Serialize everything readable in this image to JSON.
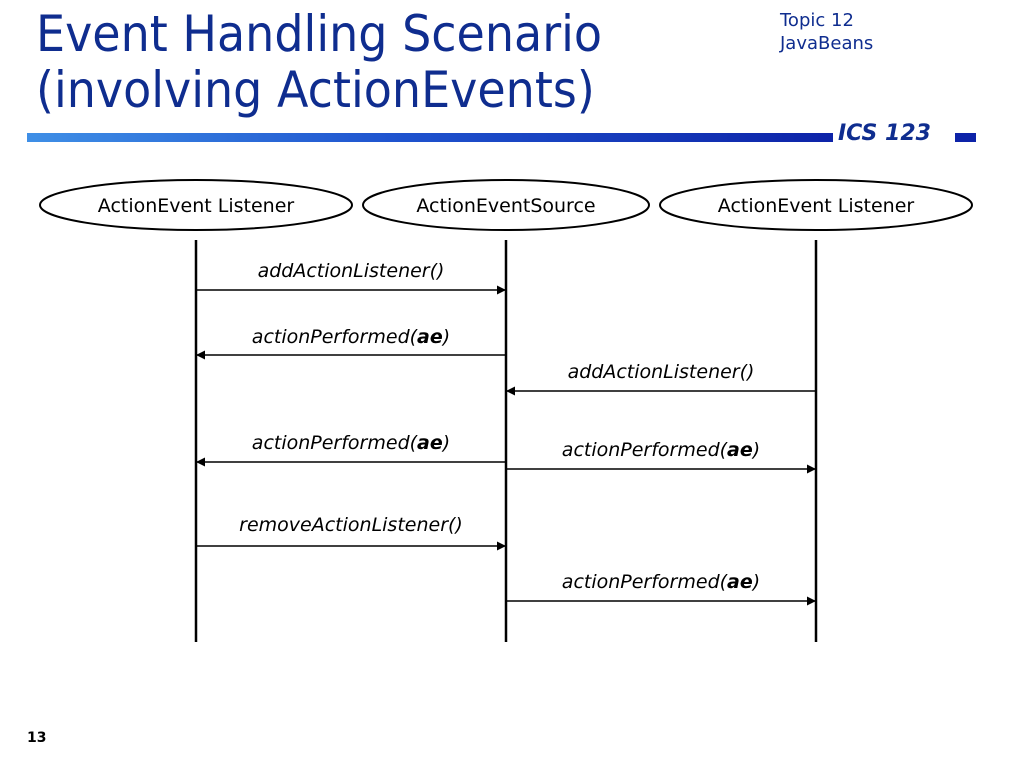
{
  "slide": {
    "title_line1": "Event Handling Scenario",
    "title_line2": "(involving ActionEvents)",
    "topic_line1": "Topic 12",
    "topic_line2": "JavaBeans",
    "course": "ICS 123",
    "page_number": "13"
  },
  "diagram": {
    "actors": [
      {
        "label": "ActionEvent Listener"
      },
      {
        "label": "ActionEventSource"
      },
      {
        "label": "ActionEvent Listener"
      }
    ],
    "messages": [
      {
        "from": 0,
        "to": 1,
        "label": "addActionListener()",
        "bold_arg": ""
      },
      {
        "from": 1,
        "to": 0,
        "label": "actionPerformed(",
        "bold_arg": "ae"
      },
      {
        "from": 2,
        "to": 1,
        "label": "addActionListener()",
        "bold_arg": ""
      },
      {
        "from": 1,
        "to": 0,
        "label": "actionPerformed(",
        "bold_arg": "ae"
      },
      {
        "from": 1,
        "to": 2,
        "label": "actionPerformed(",
        "bold_arg": "ae"
      },
      {
        "from": 0,
        "to": 1,
        "label": "removeActionListener()",
        "bold_arg": ""
      },
      {
        "from": 1,
        "to": 2,
        "label": "actionPerformed(",
        "bold_arg": "ae"
      }
    ],
    "colors": {
      "title": "#0f2d8f",
      "lines": "#000000"
    }
  }
}
